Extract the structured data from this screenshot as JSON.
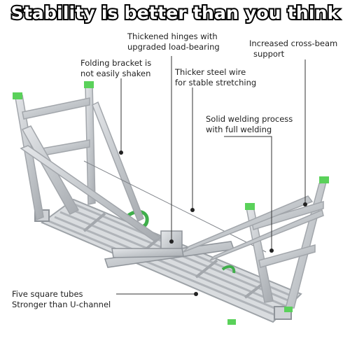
{
  "headline": "Stability is better than you think",
  "callouts": {
    "hinges": [
      "Thickened hinges with",
      "upgraded load-bearing"
    ],
    "crossbeam": [
      "Increased cross-beam",
      "support"
    ],
    "bracket": [
      "Folding bracket is",
      "not easily shaken"
    ],
    "steel_wire": [
      "Thicker steel wire",
      "for stable stretching"
    ],
    "welding": [
      "Solid welding process",
      "with full welding"
    ],
    "tubes": [
      "Five square tubes",
      "Stronger than U-channel"
    ]
  },
  "colors": {
    "aluminum": "#c9ccd0",
    "aluminum_dark": "#9a9ea3",
    "end_cap": "#5ad15a",
    "strap": "#3fae4a",
    "leader_line": "#333333"
  }
}
